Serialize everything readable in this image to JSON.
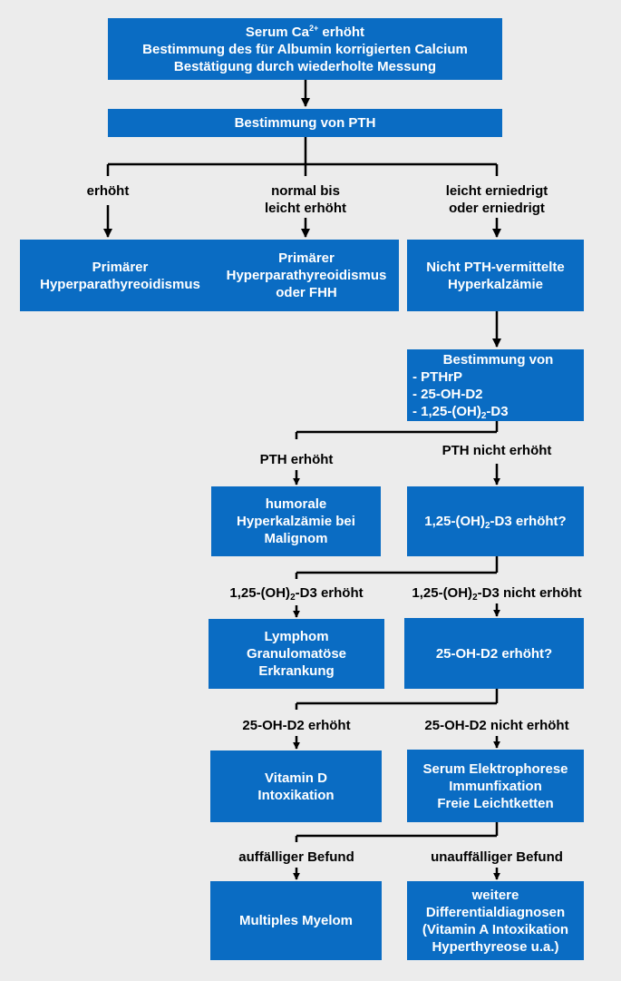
{
  "boxes": {
    "serum": {
      "line1_pre": "Serum Ca",
      "line1_sup": "2+",
      "line1_post": " erhöht",
      "line2": "Bestimmung des für Albumin korrigierten Calcium",
      "line3": "Bestätigung durch wiederholte Messung"
    },
    "pth": "Bestimmung von PTH",
    "primaer": [
      "Primärer",
      "Hyperparathyreoidismus"
    ],
    "primaer_fhh": [
      "Primärer",
      "Hyperparathyreoidismus",
      "oder FHH"
    ],
    "nicht_pth": [
      "Nicht PTH-vermittelte",
      "Hyperkalzämie"
    ],
    "bestimmung": {
      "title": "Bestimmung von",
      "item1": "- PTHrP",
      "item2": "- 25-OH-D2",
      "item3_pre": "- 1,25-(OH)",
      "item3_sub": "2",
      "item3_post": "-D3"
    },
    "humorale": [
      "humorale",
      "Hyperkalzämie bei",
      "Malignom"
    ],
    "d3_question": {
      "pre": "1,25-(OH)",
      "sub": "2",
      "post": "-D3 erhöht?"
    },
    "lymphom": [
      "Lymphom",
      "Granulomatöse",
      "Erkrankung"
    ],
    "d2_question": "25-OH-D2 erhöht?",
    "vitamin_d": [
      "Vitamin D",
      "Intoxikation"
    ],
    "elektrophorese": [
      "Serum Elektrophorese",
      "Immunfixation",
      "Freie Leichtketten"
    ],
    "myelom": "Multiples Myelom",
    "weitere": [
      "weitere",
      "Differentialdiagnosen",
      "(Vitamin A Intoxikation",
      "Hyperthyreose u.a.)"
    ]
  },
  "labels": {
    "erhoeht": "erhöht",
    "normal": [
      "normal bis",
      "leicht erhöht"
    ],
    "leicht_erniedrigt": [
      "leicht erniedrigt",
      "oder erniedrigt"
    ],
    "pth_erhoeht": "PTH erhöht",
    "pth_nicht_erhoeht": "PTH nicht erhöht",
    "d3_erhoeht": {
      "pre": "1,25-(OH)",
      "sub": "2",
      "post": "-D3 erhöht"
    },
    "d3_nicht_erhoeht": {
      "pre": "1,25-(OH)",
      "sub": "2",
      "post": "-D3 nicht erhöht"
    },
    "d2_erhoeht": "25-OH-D2 erhöht",
    "d2_nicht_erhoeht": "25-OH-D2 nicht erhöht",
    "auffaellig": "auffälliger Befund",
    "unauffaellig": "unauffälliger Befund"
  },
  "colors": {
    "box_fill": "#0a6cc3",
    "box_text": "#ffffff",
    "background": "#ececec",
    "connector": "#000000"
  }
}
